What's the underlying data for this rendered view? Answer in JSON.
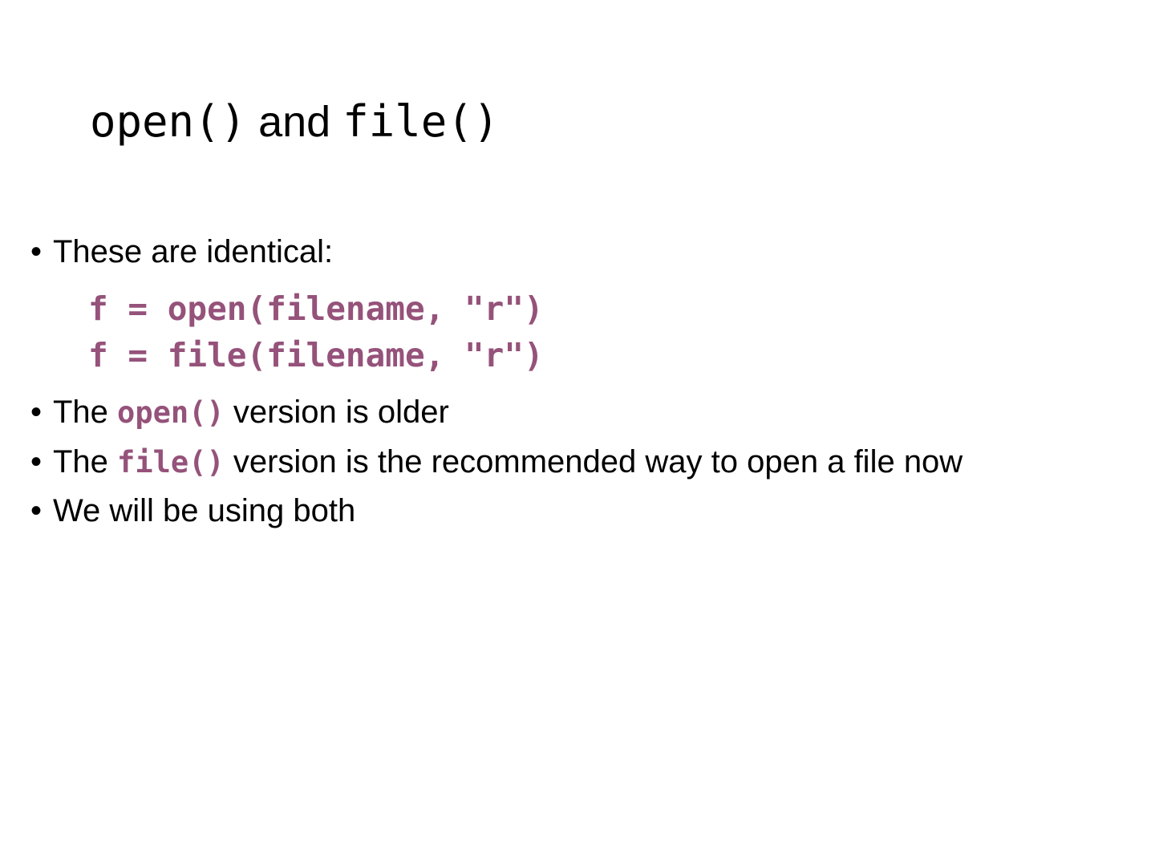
{
  "slide": {
    "background_color": "#ffffff",
    "text_color": "#000000",
    "code_color": "#95527a",
    "title": {
      "part_1_mono": "open()",
      "part_2_plain": " and ",
      "part_3_mono": "file()",
      "full_text": "open() and file()"
    },
    "bullets": [
      {
        "id": "these-are-identical",
        "marker": "•",
        "text": "These are identical:"
      },
      {
        "id": "the-open-version-is-older",
        "marker": "•",
        "prefix": "The ",
        "code": "open()",
        "suffix": " version is older"
      },
      {
        "id": "the-file-version-is-recommended",
        "marker": "•",
        "prefix": "The ",
        "code": "file()",
        "suffix": " version is the recommended way to open a file now"
      },
      {
        "id": "we-will-be-using-both",
        "marker": "•",
        "text": "We will be using both"
      }
    ],
    "code_lines": [
      "f = open(filename, \"r\")",
      "f = file(filename, \"r\")"
    ]
  }
}
